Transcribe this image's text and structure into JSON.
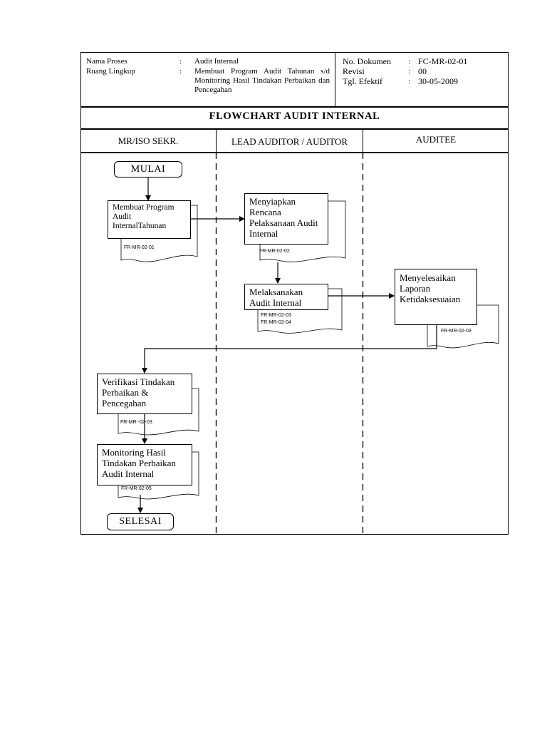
{
  "header": {
    "left_labels": [
      "Nama Proses",
      "Ruang Lingkup"
    ],
    "left_values": [
      "Audit Internal",
      "Membuat Program Audit Tahunan s/d Monitoring Hasil Tindakan Perbaikan dan Pencegahan"
    ],
    "right_labels": [
      "No. Dokumen",
      "Revisi",
      "Tgl. Efektif"
    ],
    "right_values": [
      "FC-MR-02-01",
      "00",
      "30-05-2009"
    ],
    "separator": ":"
  },
  "title": "FLOWCHART AUDIT INTERNAL",
  "lanes": [
    "MR/ISO SEKR.",
    "LEAD AUDITOR / AUDITOR",
    "AUDITEE"
  ],
  "flow": {
    "start": "MULAI",
    "end": "SELESAI",
    "steps": [
      {
        "text": "Membuat Program Audit InternalTahunan",
        "doc_codes": [
          "FR-MR-02-01"
        ]
      },
      {
        "text": "Menyiapkan Rencana Pelaksanaan Audit Internal",
        "doc_codes": [
          "FR-MR-02-02"
        ]
      },
      {
        "text": "Melaksanakan Audit Internal",
        "doc_codes": [
          "FR-MR-02-03",
          "FR-MR-02-04"
        ]
      },
      {
        "text": "Menyelesaikan Laporan Ketidaksesuaian",
        "doc_codes": [
          "FR-MR-02-03"
        ]
      },
      {
        "text": "Verifikasi Tindakan Perbaikan & Pencegahan",
        "doc_codes": [
          "FR-MR -02-03"
        ]
      },
      {
        "text": "Monitoring Hasil Tindakan Perbaikan Audit Internal",
        "doc_codes": [
          "FR-MR-02-05"
        ]
      }
    ]
  }
}
